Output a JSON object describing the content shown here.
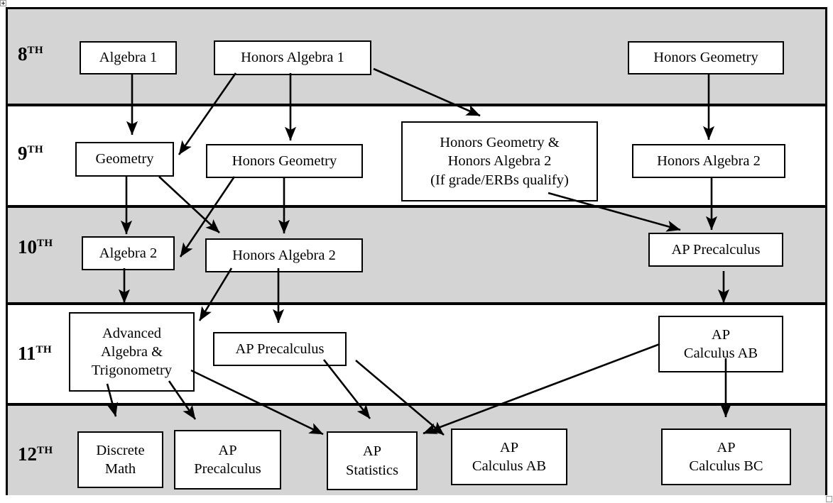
{
  "diagram": {
    "title": "Math Course Sequence Pathways",
    "frame_border_color": "#000000",
    "shaded_row_color": "#d4d4d4",
    "plain_row_color": "#ffffff",
    "box_fill_color": "#ffffff",
    "arrow_color": "#000000"
  },
  "rows": [
    {
      "grade_number": "8",
      "grade_suffix": "TH",
      "shaded": true,
      "courses": [
        {
          "label": "Algebra 1"
        },
        {
          "label": "Honors Algebra 1"
        },
        {
          "label": "Honors Geometry"
        }
      ]
    },
    {
      "grade_number": "9",
      "grade_suffix": "TH",
      "shaded": false,
      "courses": [
        {
          "label": "Geometry"
        },
        {
          "label": "Honors Geometry"
        },
        {
          "label": "Honors Geometry &\nHonors Algebra 2\n(If grade/ERBs qualify)"
        },
        {
          "label": "Honors Algebra 2"
        }
      ]
    },
    {
      "grade_number": "10",
      "grade_suffix": "TH",
      "shaded": true,
      "courses": [
        {
          "label": "Algebra 2"
        },
        {
          "label": "Honors Algebra 2"
        },
        {
          "label": "AP Precalculus"
        }
      ]
    },
    {
      "grade_number": "11",
      "grade_suffix": "TH",
      "shaded": false,
      "courses": [
        {
          "label": "Advanced\nAlgebra &\nTrigonometry"
        },
        {
          "label": "AP Precalculus"
        },
        {
          "label": "AP\nCalculus AB"
        }
      ]
    },
    {
      "grade_number": "12",
      "grade_suffix": "TH",
      "shaded": true,
      "courses": [
        {
          "label": "Discrete\nMath"
        },
        {
          "label": "AP\nPrecalculus"
        },
        {
          "label": "AP\nStatistics"
        },
        {
          "label": "AP\nCalculus AB"
        },
        {
          "label": "AP\nCalculus BC"
        }
      ]
    }
  ],
  "connections": [
    {
      "from": "8-algebra-1",
      "to": "9-geometry"
    },
    {
      "from": "8-honors-algebra-1",
      "to": "9-geometry"
    },
    {
      "from": "8-honors-algebra-1",
      "to": "9-honors-geometry"
    },
    {
      "from": "8-honors-algebra-1",
      "to": "9-honors-geometry-and-honors-algebra-2"
    },
    {
      "from": "8-honors-geometry",
      "to": "9-honors-algebra-2"
    },
    {
      "from": "9-geometry",
      "to": "10-algebra-2"
    },
    {
      "from": "9-geometry",
      "to": "10-honors-algebra-2"
    },
    {
      "from": "9-honors-geometry",
      "to": "10-algebra-2"
    },
    {
      "from": "9-honors-geometry",
      "to": "10-honors-algebra-2"
    },
    {
      "from": "9-honors-geometry-and-honors-algebra-2",
      "to": "10-ap-precalculus"
    },
    {
      "from": "9-honors-algebra-2",
      "to": "10-ap-precalculus"
    },
    {
      "from": "10-algebra-2",
      "to": "11-advanced-algebra-trigonometry"
    },
    {
      "from": "10-honors-algebra-2",
      "to": "11-ap-precalculus"
    },
    {
      "from": "10-honors-algebra-2",
      "to": "11-advanced-algebra-trigonometry"
    },
    {
      "from": "10-ap-precalculus",
      "to": "11-ap-calculus-ab"
    },
    {
      "from": "11-advanced-algebra-trigonometry",
      "to": "12-discrete-math"
    },
    {
      "from": "11-advanced-algebra-trigonometry",
      "to": "12-ap-precalculus"
    },
    {
      "from": "11-advanced-algebra-trigonometry",
      "to": "12-ap-statistics"
    },
    {
      "from": "11-ap-precalculus",
      "to": "12-ap-statistics"
    },
    {
      "from": "11-ap-precalculus",
      "to": "12-ap-calculus-ab"
    },
    {
      "from": "11-ap-calculus-ab",
      "to": "12-ap-statistics"
    },
    {
      "from": "11-ap-calculus-ab",
      "to": "12-ap-calculus-bc"
    }
  ]
}
